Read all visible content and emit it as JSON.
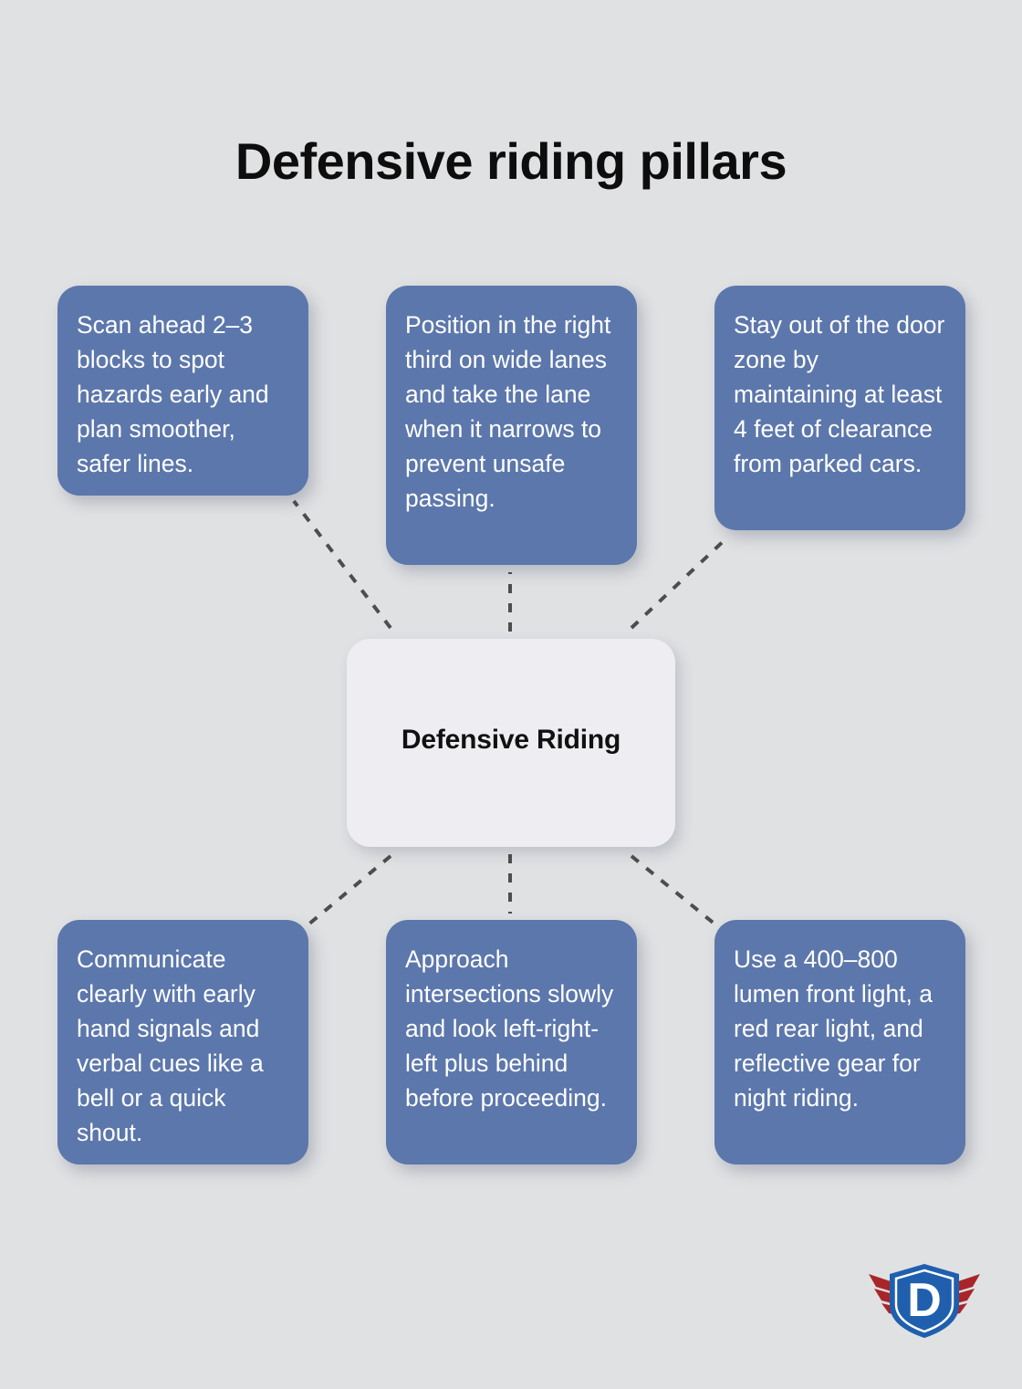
{
  "page": {
    "title": "Defensive riding pillars",
    "background_color": "#e0e1e3"
  },
  "diagram": {
    "type": "hub-and-spoke",
    "center": {
      "label": "Defensive Riding",
      "fill_color": "#eeeef2",
      "text_color": "#111111"
    },
    "connector": {
      "style": "dashed",
      "color": "#4d4d4d"
    },
    "node_fill_color": "#5c77ab",
    "node_text_color": "#ffffff",
    "nodes": [
      {
        "id": "pillar-1",
        "position": "top-left",
        "text": "Scan ahead 2–3 blocks to spot hazards early and plan smoother, safer lines."
      },
      {
        "id": "pillar-2",
        "position": "top-center",
        "text": "Position in the right third on wide lanes and take the lane when it narrows to prevent unsafe passing."
      },
      {
        "id": "pillar-3",
        "position": "top-right",
        "text": "Stay out of the door zone by maintaining at least 4 feet of clearance from parked cars."
      },
      {
        "id": "pillar-4",
        "position": "bottom-left",
        "text": "Communicate clearly with early hand signals and verbal cues like a bell or a quick shout."
      },
      {
        "id": "pillar-5",
        "position": "bottom-center",
        "text": "Approach intersections slowly and look left-right-left plus behind before proceeding."
      },
      {
        "id": "pillar-6",
        "position": "bottom-right",
        "text": "Use a 400–800 lumen front light, a red rear light, and reflective gear for night riding."
      }
    ]
  },
  "logo": {
    "letter": "D",
    "shield_color": "#1c5aa8",
    "wing_color": "#b5282a"
  }
}
